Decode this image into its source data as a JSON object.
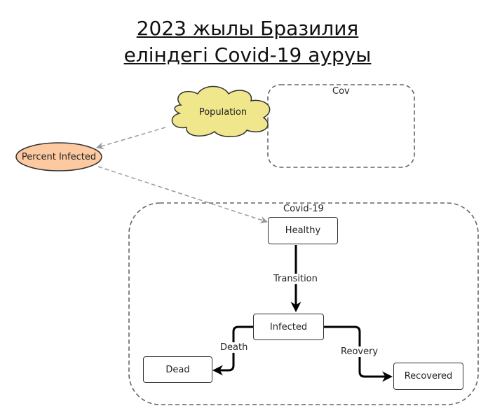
{
  "title": {
    "line1": "2023 жылы Бразилия",
    "line2": "еліндегі Covid-19  ауруы"
  },
  "groups": {
    "cov": "Cov",
    "covid": "Covid-19"
  },
  "nodes": {
    "population": "Population",
    "percent_infected": "Percent Infected",
    "healthy": "Healthy",
    "infected": "Infected",
    "dead": "Dead",
    "recovered": "Recovered"
  },
  "edges": {
    "transition": "Transition",
    "death": "Death",
    "recovery": "Reovery"
  },
  "colors": {
    "population_fill": "#f0e68c",
    "percent_fill": "#fcc9a0",
    "dashed_arrow": "#999999",
    "solid_arrow": "#000000"
  }
}
